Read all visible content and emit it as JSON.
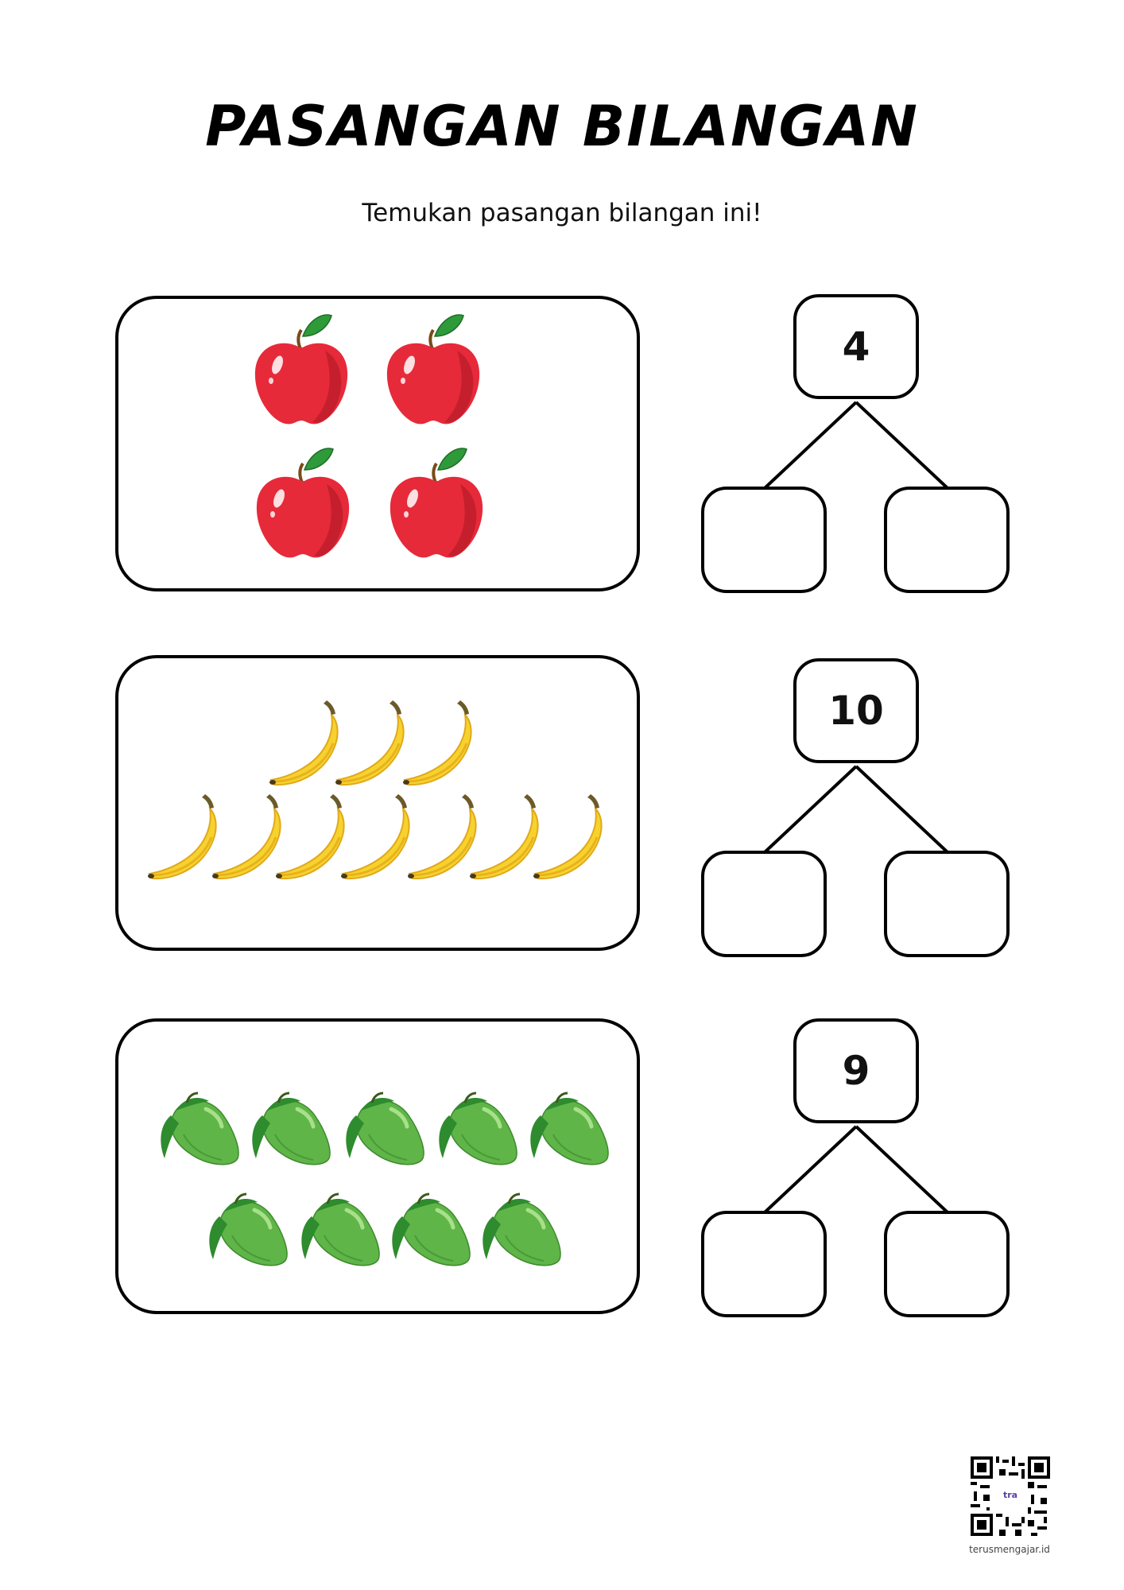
{
  "title": "PASANGAN BILANGAN",
  "subtitle": "Temukan pasangan bilangan ini!",
  "exercises": [
    {
      "fruit": "apple-icon",
      "count": 4,
      "total": "4",
      "part_left": "",
      "part_right": ""
    },
    {
      "fruit": "banana-icon",
      "count": 10,
      "total": "10",
      "part_left": "",
      "part_right": ""
    },
    {
      "fruit": "mango-icon",
      "count": 9,
      "total": "9",
      "part_left": "",
      "part_right": ""
    }
  ],
  "footer": {
    "qr_label": "tra",
    "website": "terusmengajar.id"
  },
  "colors": {
    "apple": "#e62a3a",
    "banana": "#f7d22e",
    "mango": "#5fb548",
    "leaf": "#2e8b2e"
  }
}
